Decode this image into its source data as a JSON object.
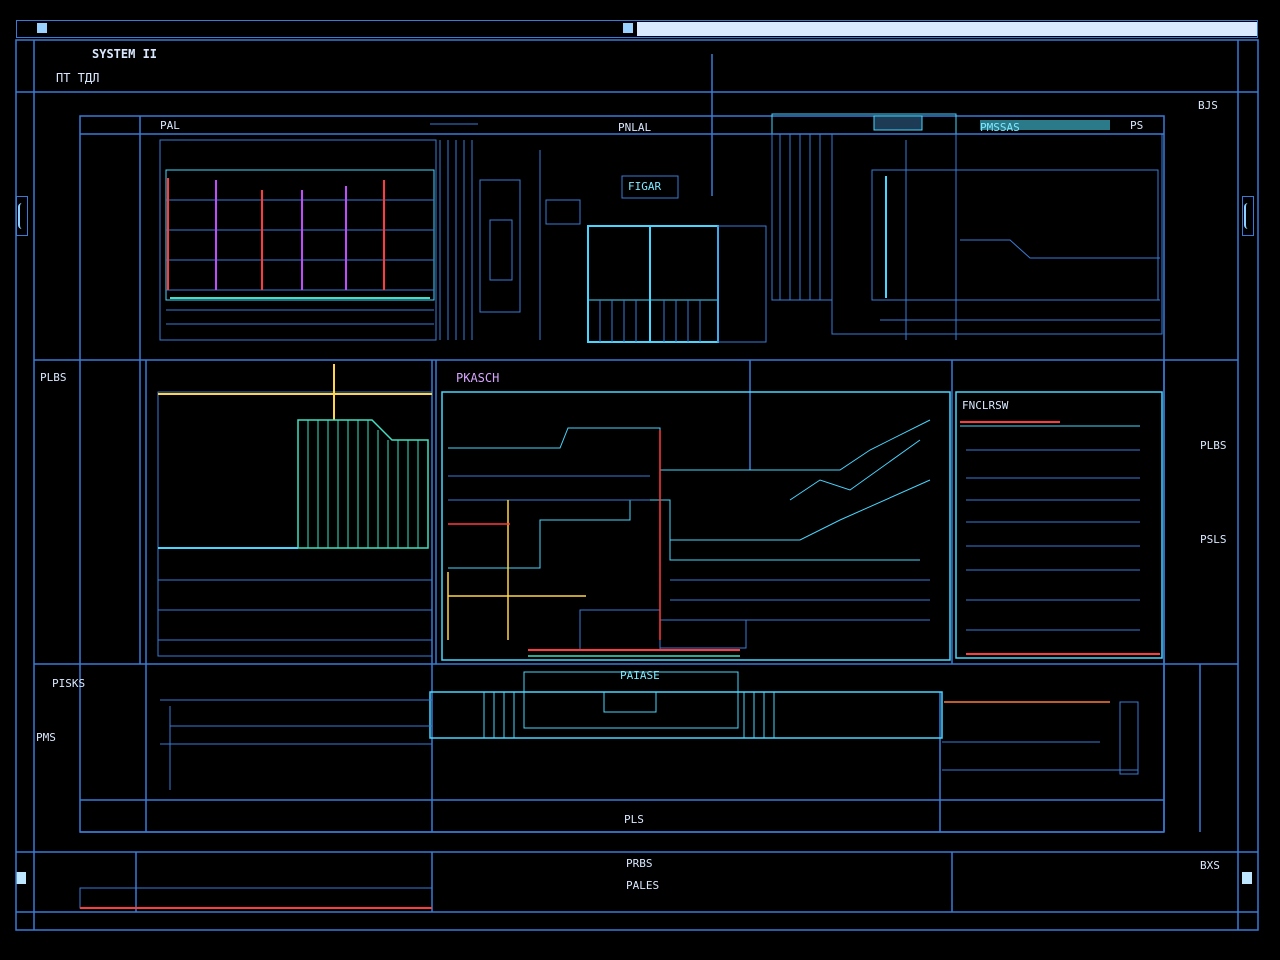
{
  "header": {
    "title_line1": "SYSTEM II",
    "title_line2": "ПТ ТДЛ",
    "top_right_badge": "BJS"
  },
  "panels": {
    "top_left_label": "PAL",
    "top_center_label": "PNLAL",
    "top_center_sub": "FIGAR",
    "top_right_label": "PMSSAS",
    "top_right_badge": "PS",
    "mid_left_label": "PLBS",
    "mid_center_label": "PKASCH",
    "mid_right_label": "FNCLRSW",
    "mid_right_side_1": "PLBS",
    "mid_right_side_2": "PSLS",
    "bottom_left_label": "PISKS",
    "bottom_left_sub": "PMS",
    "bottom_center_label": "PAIASE",
    "bottom_center_mark": "PLS",
    "footer_center_1": "PRBS",
    "footer_center_2": "PALES",
    "footer_right": "BXS"
  },
  "colors": {
    "frame": "#3a7bd5",
    "cyan": "#47d6ff",
    "teal": "#41e0c0",
    "red": "#ff3b3b",
    "magenta": "#c24bff",
    "yellow": "#ffd447",
    "white": "#d9e8ff"
  },
  "icons": [
    "window-control-icon",
    "side-panel-icon",
    "corner-marker-icon"
  ]
}
